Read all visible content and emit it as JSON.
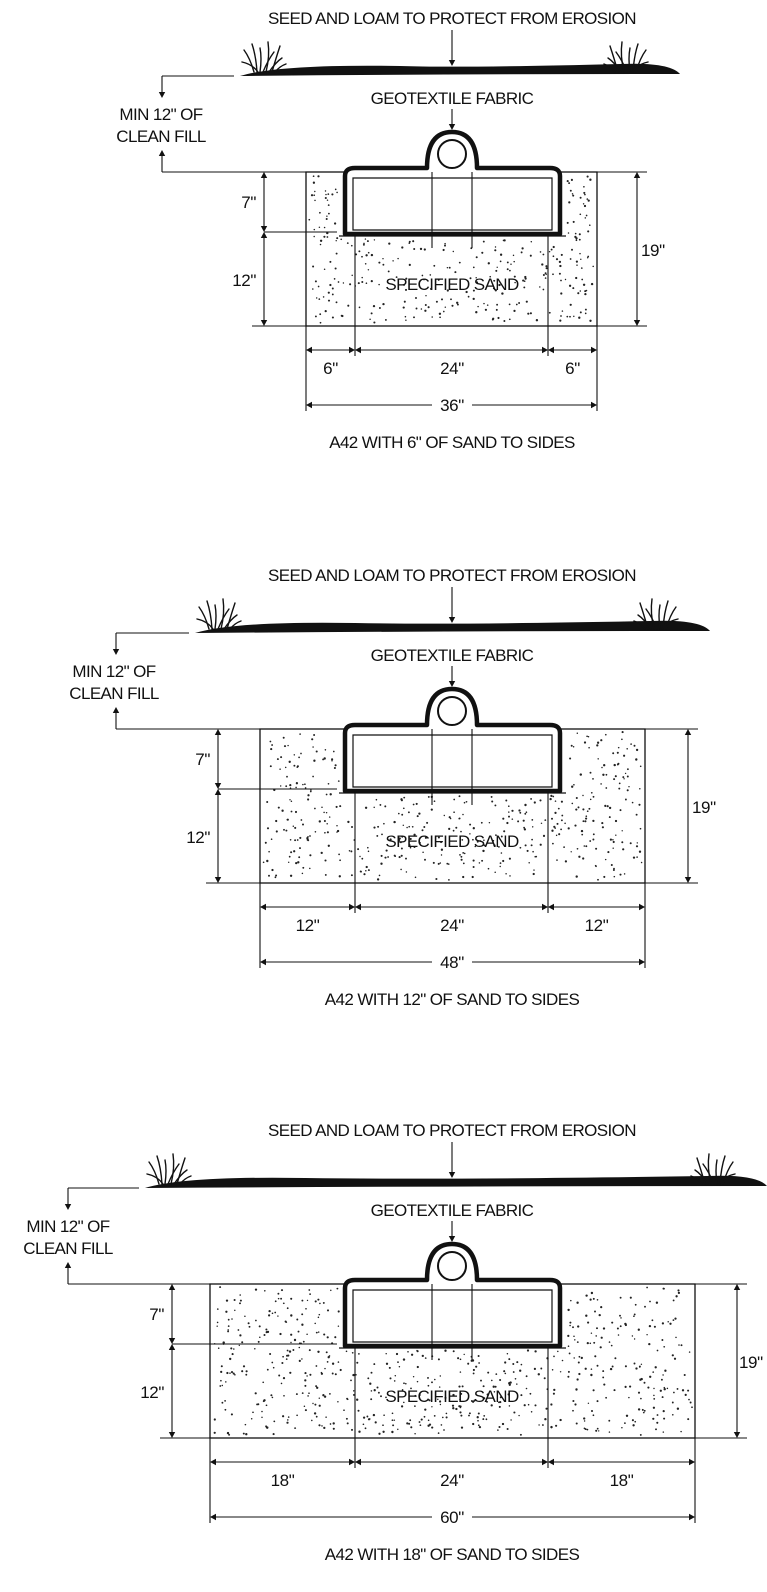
{
  "sections": [
    {
      "top_label": "SEED AND LOAM TO PROTECT FROM EROSION",
      "fabric_label": "GEOTEXTILE FABRIC",
      "fill_label_line1": "MIN 12\" OF",
      "fill_label_line2": "CLEAN FILL",
      "sand_label": "SPECIFIED SAND",
      "dim_upper": "7\"",
      "dim_lower": "12\"",
      "dim_height": "19\"",
      "dim_side_left": "6\"",
      "dim_center": "24\"",
      "dim_side_right": "6\"",
      "dim_total": "36\"",
      "caption": "A42 WITH 6\" OF SAND TO SIDES"
    },
    {
      "top_label": "SEED AND LOAM TO PROTECT FROM EROSION",
      "fabric_label": "GEOTEXTILE FABRIC",
      "fill_label_line1": "MIN 12\" OF",
      "fill_label_line2": "CLEAN FILL",
      "sand_label": "SPECIFIED SAND",
      "dim_upper": "7\"",
      "dim_lower": "12\"",
      "dim_height": "19\"",
      "dim_side_left": "12\"",
      "dim_center": "24\"",
      "dim_side_right": "12\"",
      "dim_total": "48\"",
      "caption": "A42 WITH 12\" OF SAND TO SIDES"
    },
    {
      "top_label": "SEED AND LOAM TO PROTECT FROM EROSION",
      "fabric_label": "GEOTEXTILE FABRIC",
      "fill_label_line1": "MIN 12\" OF",
      "fill_label_line2": "CLEAN FILL",
      "sand_label": "SPECIFIED SAND",
      "dim_upper": "7\"",
      "dim_lower": "12\"",
      "dim_height": "19\"",
      "dim_side_left": "18\"",
      "dim_center": "24\"",
      "dim_side_right": "18\"",
      "dim_total": "60\"",
      "caption": "A42 WITH 18\" OF SAND TO SIDES"
    }
  ]
}
